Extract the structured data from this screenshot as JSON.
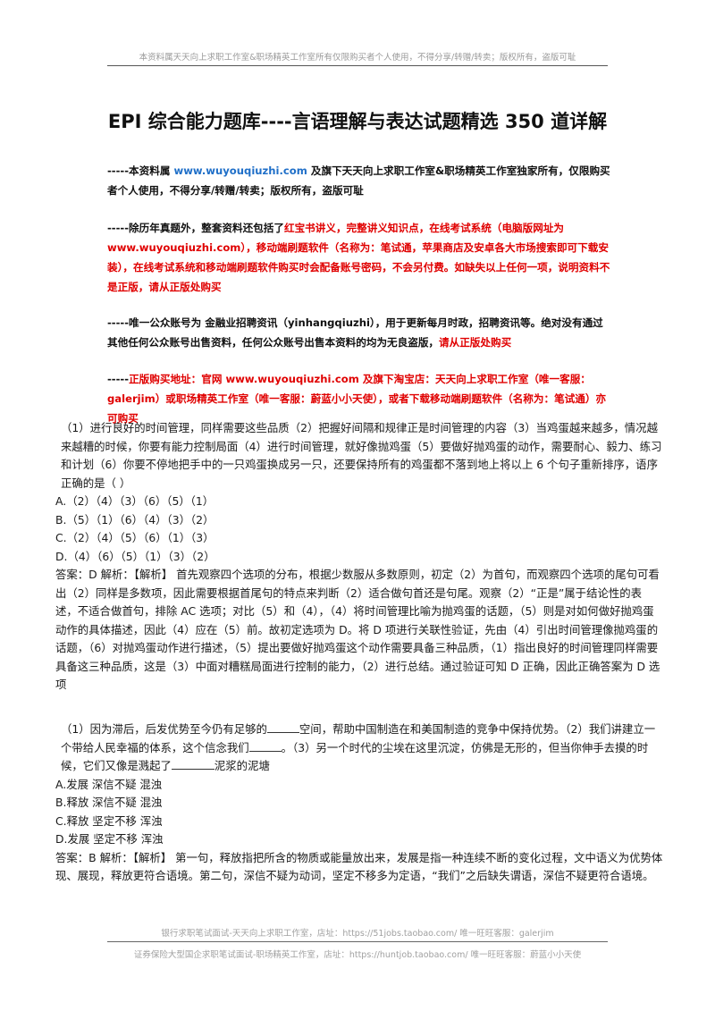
{
  "header": {
    "note": "本资料属天天向上求职工作室&职场精英工作室所有仅限购买者个人使用，不得分享/转赠/转卖；版权所有，盗版可耻"
  },
  "title": "EPI 综合能力题库----言语理解与表达试题精选 350 道详解",
  "notices": {
    "n1_pre": "-----本资料属 ",
    "n1_url": "www.wuyouqiuzhi.com",
    "n1_post": " 及旗下天天向上求职工作室&职场精英工作室独家所有，仅限购买者个人使用，不得分享/转赠/转卖；版权所有，盗版可耻",
    "n2_a": "-----除历年真题外，整套资料还包括了",
    "n2_b": "红宝书讲义，完整讲义知识点，在线考试系统（电脑版网址为 www.wuyouqiuzhi.com），移动端刷题软件（名称为：笔试通，苹果商店及安卓各大市场搜索即可下载安装），在线考试系统和移动端刷题软件购买时会配备账号密码，不会另付费。如缺失以上任何一项，说明资料不是正版，请从正版处购买",
    "n3_a": "-----唯一公众账号为 金融业招聘资讯（yinhangqiuzhi），用于更新每月时政，招聘资讯等。绝对没有通过其他任何公众账号出售资料，任何公众账号出售本资料的均为无良盗版，",
    "n3_b": "请从正版处购买",
    "n4_a": "-----",
    "n4_b": "正版购买地址：官网 www.wuyouqiuzhi.com 及旗下淘宝店：天天向上求职工作室（唯一客服：galerjim）或职场精英工作室（唯一客服：蔚蓝小小天使），或者下载移动端刷题软件（名称为：笔试通）亦可购买"
  },
  "question1": {
    "stem": "（1）进行良好的时间管理，同样需要这些品质（2）把握好间隔和规律正是时间管理的内容（3）当鸡蛋越来越多，情况越来越糟的时候，你要有能力控制局面（4）进行时间管理，就好像抛鸡蛋（5）要做好抛鸡蛋的动作，需要耐心、毅力、练习和计划（6）你要不停地把手中的一只鸡蛋换成另一只，还要保持所有的鸡蛋都不落到地上将以上 6 个句子重新排序，语序正确的是（ ）",
    "options": [
      "A.（2）（4）（3）（6）（5）（1）",
      "B.（5）（1）（6）（4）（3）（2）",
      "C.（2）（4）（5）（6）（1）（3）",
      "D.（4）（6）（5）（1）（3）（2）"
    ],
    "answer": "答案：D 解析：【解析】 首先观察四个选项的分布，根据少数服从多数原则，初定（2）为首句，而观察四个选项的尾句可看出（2）同样是多数项，因此需要根据首尾句的特点来判断（2）适合做句首还是句尾。观察（2）“正是”属于结论性的表述，不适合做首句，排除 AC 选项；对比（5）和（4），（4）将时间管理比喻为抛鸡蛋的话题，（5）则是对如何做好抛鸡蛋动作的具体描述，因此（4）应在（5）前。故初定选项为 D。将 D 项进行关联性验证，先由（4）引出时间管理像抛鸡蛋的话题，（6）对抛鸡蛋动作进行描述，（5）提出要做好抛鸡蛋这个动作需要具备三种品质，（1）指出良好的时间管理同样需要具备这三种品质，这是（3）中面对糟糕局面进行控制的能力，（2）进行总结。通过验证可知 D 正确，因此正确答案为 D 选项"
  },
  "question2": {
    "stem_1": "（1）因为滞后，后发优势至今仍有足够的",
    "stem_2": "空间，帮助中国制造在和美国制造的竞争中保持优势。（2）我们讲建立一个带给人民幸福的体系，这个信念我们",
    "stem_3": "。（3）另一个时代的尘埃在这里沉淀，仿佛是无形的，但当你伸手去摸的时候，它们又像是溅起了",
    "stem_4": "泥浆的泥塘",
    "options": [
      "A.发展  深信不疑  混浊",
      "B.释放  深信不疑  混浊",
      "C.释放  坚定不移  浑浊",
      "D.发展  坚定不移  浑浊"
    ],
    "answer": "答案：B 解析：【解析】 第一句，释放指把所含的物质或能量放出来，发展是指一种连续不断的变化过程，文中语义为优势体现、展现，释放更符合语境。第二句，深信不疑为动词，坚定不移多为定语，“我们”之后缺失谓语，深信不疑更符合语境。"
  },
  "footer": {
    "line1": "银行求职笔试面试-天天向上求职工作室，店址：https://51jobs.taobao.com/ 唯一旺旺客服：galerjim",
    "line2": "证券保险大型国企求职笔试面试-职场精英工作室，店址：https://huntjob.taobao.com/ 唯一旺旺客服：蔚蓝小小天使"
  }
}
